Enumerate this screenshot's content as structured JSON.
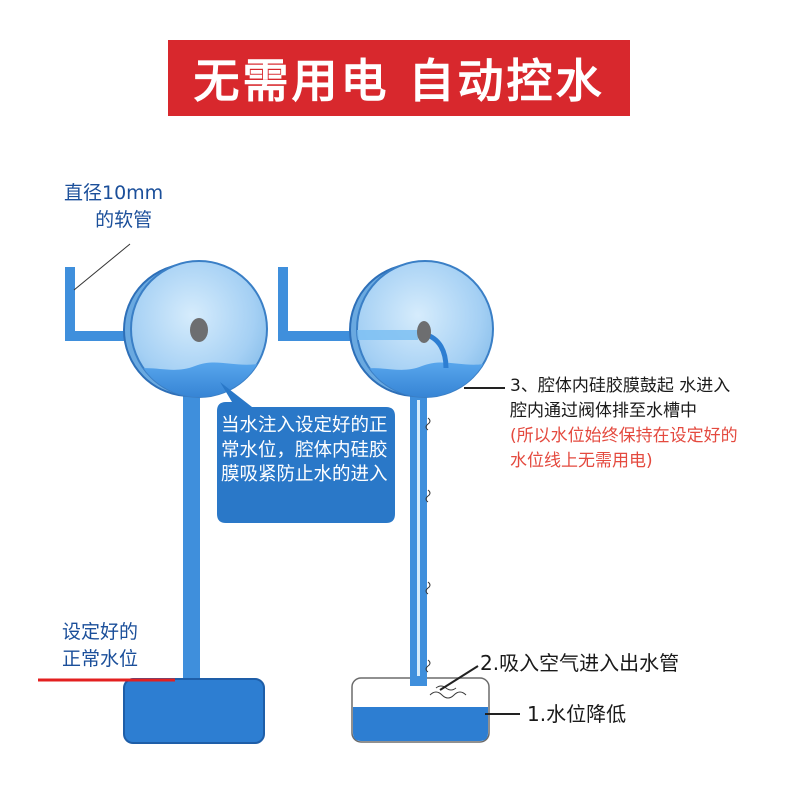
{
  "banner": {
    "title": "无需用电 自动控水"
  },
  "labels": {
    "hose_line1": "直径10mm",
    "hose_line2": "的软管",
    "level_line1": "设定好的",
    "level_line2": "正常水位",
    "callout": "当水注入设定好的正常水位，腔体内硅胶膜吸紧防止水的进入",
    "step3_line1": "3、腔体内硅胶膜鼓起 水进入",
    "step3_line2": "腔内通过阀体排至水槽中",
    "note_line1": "(所以水位始终保持在设定好的",
    "note_line2": "水位线上无需用电)",
    "step2": "2.吸入空气进入出水管",
    "step1": "1.水位降低"
  },
  "colors": {
    "banner_bg": "#d8282d",
    "tube_blue": "#3f8fdc",
    "water_blue": "#2d7ed2",
    "valve_light": "#a9d4f6",
    "callout_bg": "#2a78c8",
    "level_line": "#e32020",
    "note_red": "#e44a3f",
    "label_blue": "#1b4f9a"
  },
  "icons": {
    "bubbles": "air-bubbles-icon"
  }
}
